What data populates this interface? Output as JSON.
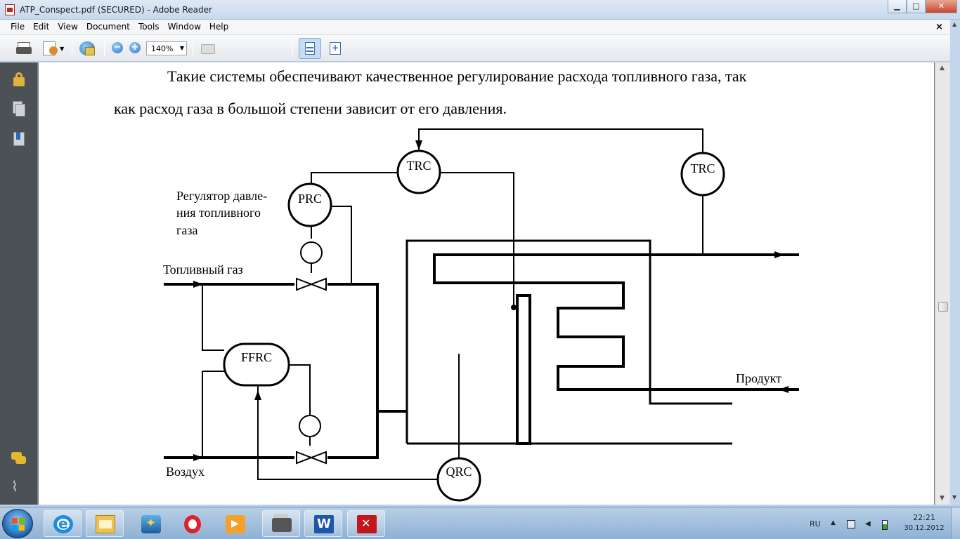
{
  "window": {
    "title": "ATP_Conspect.pdf (SECURED) - Adobe Reader"
  },
  "menu": {
    "items": [
      "File",
      "Edit",
      "View",
      "Document",
      "Tools",
      "Window",
      "Help"
    ],
    "close": "×"
  },
  "toolbar": {
    "zoom_value": "140%",
    "zoom_out_symbol": "−",
    "zoom_in_symbol": "+"
  },
  "document": {
    "line1": "Такие системы обеспечивают качественное регулирование расхода топливного газа, так",
    "line2": "как расход газа в большой степени зависит от его давления."
  },
  "diagram": {
    "instruments": {
      "trc_left": "TRC",
      "trc_right": "TRC",
      "prc": "PRC",
      "ffrc": "FFRC",
      "qrc": "QRC"
    },
    "labels": {
      "regulator_line1": "Регулятор давле-",
      "regulator_line2": "ния топливного",
      "regulator_line3": "газа",
      "fuel_gas": "Топливный газ",
      "air": "Воздух",
      "product": "Продукт"
    }
  },
  "taskbar": {
    "tray_lang": "RU",
    "tray_up_arrow": "▲",
    "clock_time": "22:21",
    "clock_date": "30.12.2012"
  },
  "icons": {
    "print": "printer-icon",
    "share": "share-icon",
    "collaborate": "collaborate-icon",
    "snapshot": "snapshot-icon",
    "fit_width": "fit-width-icon",
    "fit_page": "fit-page-icon",
    "lock": "lock-icon",
    "pages": "pages-icon",
    "bookmarks": "bookmarks-icon",
    "comments": "comments-icon",
    "attachments": "attachments-icon"
  }
}
